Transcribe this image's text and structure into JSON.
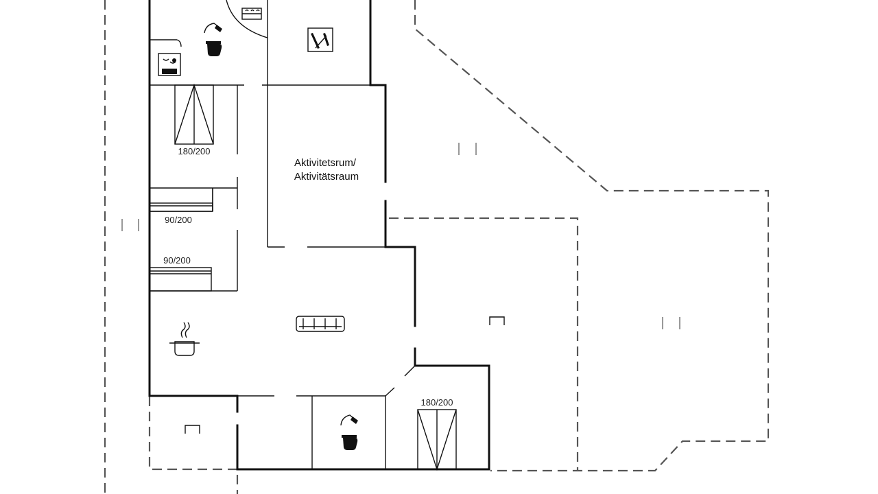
{
  "rooms": {
    "activity_room": {
      "line1": "Aktivitetsrum/",
      "line2": "Aktivitätsraum"
    }
  },
  "beds": {
    "bed_top_double": "180/200",
    "bed_single_1": "90/200",
    "bed_single_2": "90/200",
    "bed_bottom_double": "180/200"
  },
  "icons": [
    "sauna-icon",
    "toilet-icon",
    "washing-icon",
    "shower-icon",
    "sofa-icon",
    "stove-icon",
    "terrace-marker-icon"
  ],
  "colors": {
    "wall": "#111111",
    "dashed": "#555555",
    "background": "#ffffff"
  }
}
